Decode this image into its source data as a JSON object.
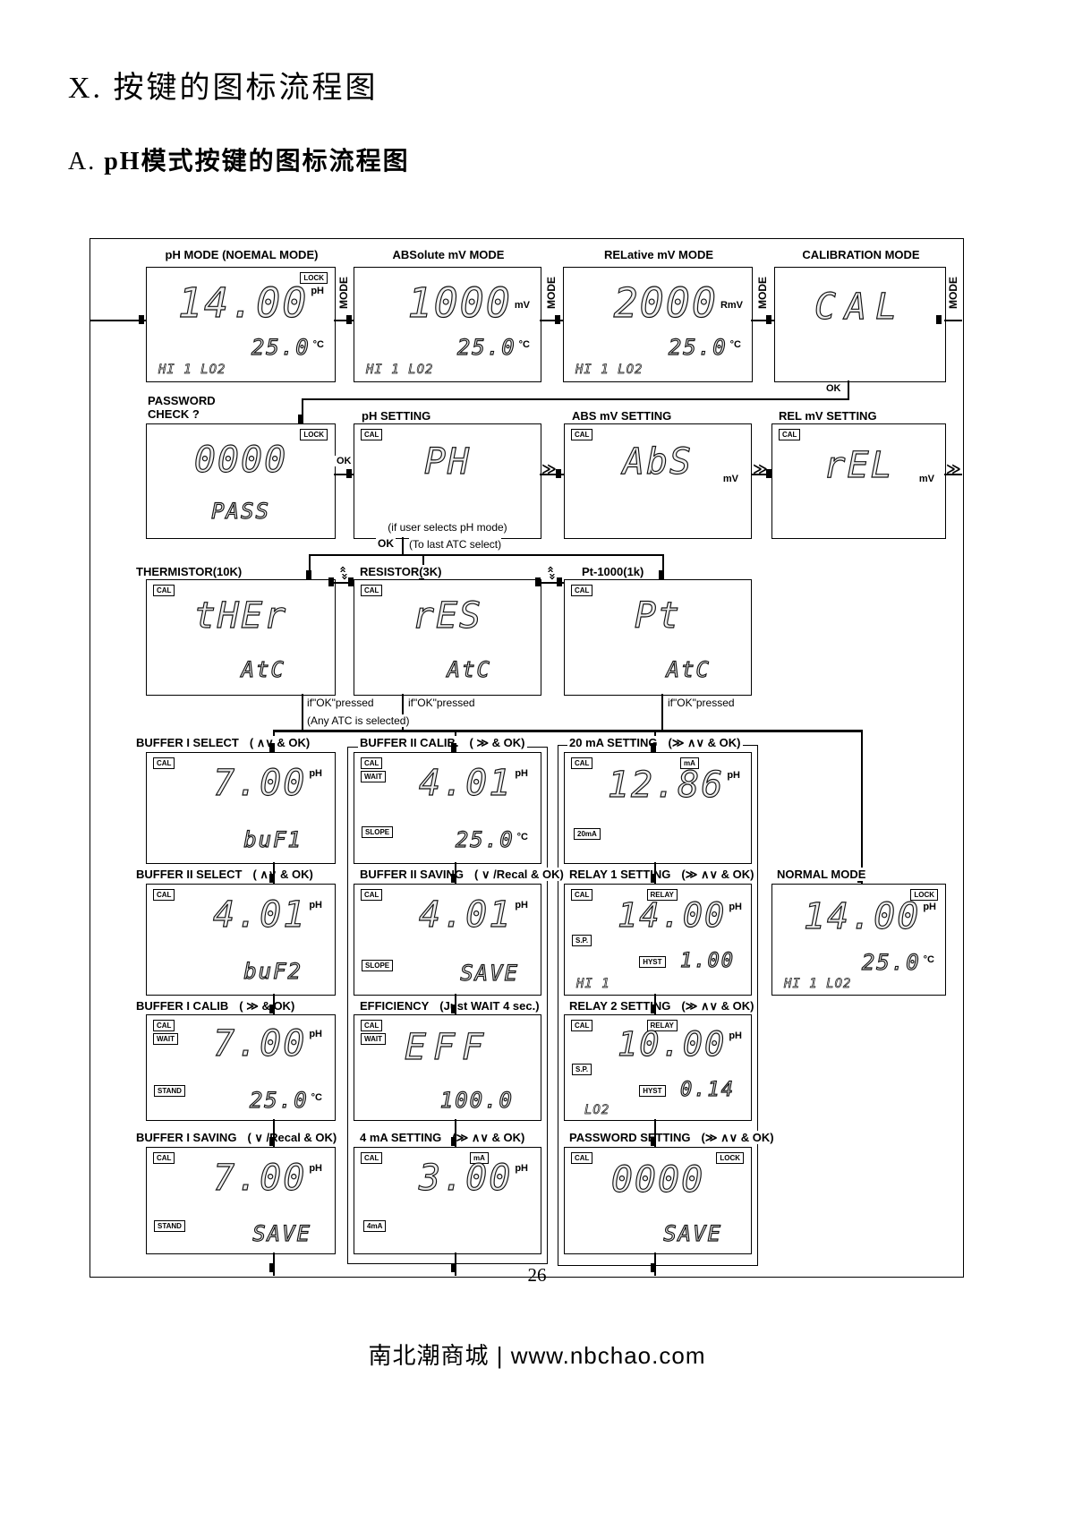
{
  "page": {
    "section_title": "X. 按键的图标流程图",
    "subtitle_prefix": "A.",
    "subtitle_main": "pH模式按键的图标流程图",
    "page_number": "26",
    "footer": "南北潮商城 | www.nbchao.com"
  },
  "connectors": {
    "mode": "MODE",
    "ok": "OK",
    "to_last": "(To last ATC select)",
    "if_ok": "if\"OK\"pressed",
    "any_atc": "(Any ATC is selected)"
  },
  "icons": {
    "chevron_right": "≫",
    "chevron": "»"
  },
  "boxes": {
    "ph_mode": {
      "label": "pH MODE (NOEMAL MODE)",
      "lock": "LOCK",
      "main": "14.00",
      "unit": "pH",
      "temp": "25.0",
      "temp_unit": "°C",
      "status": "HI 1 LO2"
    },
    "abs_mode": {
      "label": "ABSolute mV MODE",
      "main": "1000",
      "unit": "mV",
      "temp": "25.0",
      "temp_unit": "°C",
      "status": "HI 1 LO2"
    },
    "rel_mode": {
      "label": "RELative mV MODE",
      "main": "2000",
      "unit": "RmV",
      "temp": "25.0",
      "temp_unit": "°C",
      "status": "HI 1 LO2"
    },
    "cal_mode": {
      "label": "CALIBRATION MODE",
      "main": "CAL"
    },
    "password_check": {
      "label_line1": "PASSWORD",
      "label_line2": "CHECK ?",
      "lock": "LOCK",
      "main": "0000",
      "line2": "PASS"
    },
    "ph_setting": {
      "label": "pH SETTING",
      "cal": "CAL",
      "main": "PH",
      "note": "(if user selects pH mode)"
    },
    "abs_setting": {
      "label": "ABS mV SETTING",
      "cal": "CAL",
      "main": "AbS",
      "side_unit": "mV"
    },
    "rel_setting": {
      "label": "REL mV SETTING",
      "cal": "CAL",
      "main": "rEL",
      "side_unit": "mV"
    },
    "thermistor": {
      "label": "THERMISTOR(10K)",
      "cal": "CAL",
      "main": "tHEr",
      "line2": "AtC"
    },
    "resistor": {
      "label": "RESISTOR(3K)",
      "cal": "CAL",
      "main": "rES",
      "line2": "AtC"
    },
    "pt1000": {
      "label": "Pt-1000(1k)",
      "cal": "CAL",
      "main": "Pt",
      "line2": "AtC"
    },
    "buf1_select": {
      "label": "BUFFER I SELECT",
      "hint": "( ∧∨ & OK)",
      "cal": "CAL",
      "main": "7.00",
      "unit": "pH",
      "line2": "buF1"
    },
    "buf2_calib": {
      "label": "BUFFER II CALIB.",
      "hint": "( ≫ & OK)",
      "cal": "CAL",
      "wait": "WAIT",
      "main": "4.01",
      "unit": "pH",
      "slope": "SLOPE",
      "temp": "25.0",
      "temp_unit": "°C"
    },
    "ma20": {
      "label": "20 mA SETTING",
      "hint": "(≫ ∧∨ & OK)",
      "cal": "CAL",
      "ma": "mA",
      "main": "12.86",
      "unit": "pH",
      "ma_badge": "20mA"
    },
    "buf2_select": {
      "label": "BUFFER II SELECT",
      "hint": "( ∧∨ & OK)",
      "cal": "CAL",
      "main": "4.01",
      "unit": "pH",
      "line2": "buF2"
    },
    "buf2_saving": {
      "label": "BUFFER II SAVING",
      "hint": "( ∨ /Recal & OK)",
      "cal": "CAL",
      "main": "4.01",
      "unit": "pH",
      "slope": "SLOPE",
      "line2": "SAVE"
    },
    "relay1": {
      "label": "RELAY 1 SETTING",
      "hint": "(≫ ∧∨ & OK)",
      "cal": "CAL",
      "relay": "RELAY",
      "sp": "S.P.",
      "main": "14.00",
      "unit": "pH",
      "hyst": "HYST",
      "line2": "1.00",
      "status": "HI 1"
    },
    "normal_mode": {
      "label": "NORMAL MODE",
      "lock": "LOCK",
      "main": "14.00",
      "unit": "pH",
      "temp": "25.0",
      "temp_unit": "°C",
      "status": "HI 1 LO2"
    },
    "buf1_calib": {
      "label": "BUFFER I CALIB",
      "hint": "( ≫ & OK)",
      "cal": "CAL",
      "wait": "WAIT",
      "main": "7.00",
      "unit": "pH",
      "stand": "STAND",
      "temp": "25.0",
      "temp_unit": "°C"
    },
    "efficiency": {
      "label": "EFFICIENCY",
      "hint": "(Just WAIT 4 sec.)",
      "cal": "CAL",
      "wait": "WAIT",
      "main": "EFF",
      "line2": "100.0"
    },
    "relay2": {
      "label": "RELAY 2 SETTING",
      "hint": "(≫ ∧∨ & OK)",
      "cal": "CAL",
      "relay": "RELAY",
      "sp": "S.P.",
      "main": "10.00",
      "unit": "pH",
      "hyst": "HYST",
      "line2": "0.14",
      "status": "LO2"
    },
    "buf1_saving": {
      "label": "BUFFER I SAVING",
      "hint": "( ∨ /Recal & OK)",
      "cal": "CAL",
      "main": "7.00",
      "unit": "pH",
      "stand": "STAND",
      "line2": "SAVE"
    },
    "ma4": {
      "label": "4 mA SETTING",
      "hint": "(≫ ∧∨ & OK)",
      "cal": "CAL",
      "ma": "mA",
      "main": "3.00",
      "unit": "pH",
      "ma_badge": "4mA"
    },
    "password_setting": {
      "label": "PASSWORD SETTING",
      "hint": "(≫ ∧∨ & OK)",
      "cal": "CAL",
      "lock": "LOCK",
      "main": "0000",
      "line2": "SAVE"
    }
  }
}
